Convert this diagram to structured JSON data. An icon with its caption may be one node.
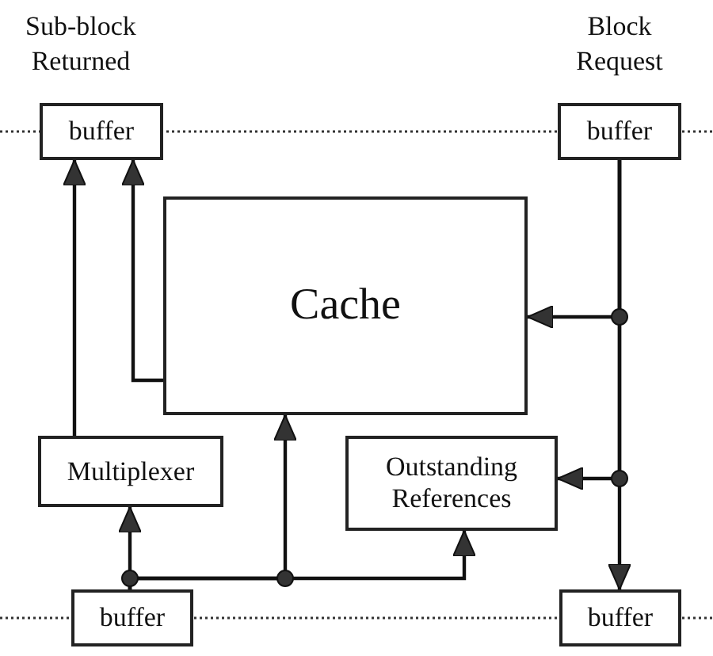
{
  "diagram": {
    "nodes": [
      {
        "text": [
          "buffer"
        ]
      },
      {
        "text": [
          "buffer"
        ]
      },
      {
        "text": [
          "Cache"
        ]
      },
      {
        "text": [
          "Multiplexer"
        ]
      },
      {
        "text": [
          "Outstanding References"
        ]
      },
      {
        "text": [
          "buffer"
        ]
      },
      {
        "text": [
          "buffer"
        ]
      }
    ],
    "edges": [
      {
        "from": 1,
        "to": 6,
        "arrow": "to"
      },
      {
        "from": 1,
        "to": 2,
        "arrow": "to"
      },
      {
        "from": 1,
        "to": 4,
        "arrow": "to"
      },
      {
        "from": 2,
        "to": 0,
        "arrow": "to"
      },
      {
        "from": 3,
        "to": 0,
        "arrow": "to"
      },
      {
        "from": 5,
        "to": 3,
        "arrow": "to"
      },
      {
        "from": 5,
        "to": 2,
        "arrow": "to"
      },
      {
        "from": 5,
        "to": 4,
        "arrow": "to"
      }
    ],
    "labels": [
      "Sub-block Returned",
      "Block Request"
    ]
  }
}
